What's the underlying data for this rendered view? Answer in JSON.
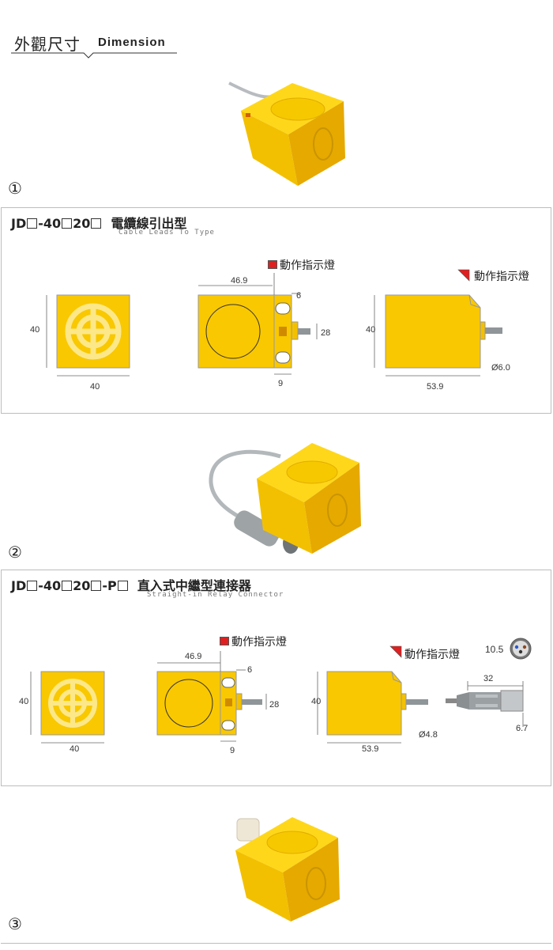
{
  "header": {
    "title_zh": "外觀尺寸",
    "title_en": "Dimension"
  },
  "sections": [
    {
      "number": "①",
      "model_parts": [
        "JD",
        "-40",
        "20",
        ""
      ],
      "type_zh": "電纜線引出型",
      "type_en": "Cable Leads To Type",
      "indicator_label": "動作指示燈",
      "dims": {
        "front_h": "40",
        "front_w": "40",
        "top_w": "46.9",
        "top_gap": "6",
        "top_h": "28",
        "top_b": "9",
        "side_h": "40",
        "side_w": "53.9",
        "cable_d": "Ø6.0"
      }
    },
    {
      "number": "②",
      "model_parts": [
        "JD",
        "-40",
        "20",
        "-P",
        ""
      ],
      "type_zh": "直入式中繼型連接器",
      "type_en": "Straight-in Relay Connector",
      "indicator_label": "動作指示燈",
      "dims": {
        "front_h": "40",
        "front_w": "40",
        "top_w": "46.9",
        "top_gap": "6",
        "top_h": "28",
        "top_b": "9",
        "side_h": "40",
        "side_w": "53.9",
        "cable_d": "Ø4.8",
        "conn_len": "32",
        "conn_d": "6.7",
        "pin_d": "10.5"
      }
    },
    {
      "number": "③"
    }
  ],
  "colors": {
    "yellow": "#f9c800",
    "yellow_dark": "#e0a800",
    "cable": "#9aa0a4",
    "red": "#e02020"
  }
}
